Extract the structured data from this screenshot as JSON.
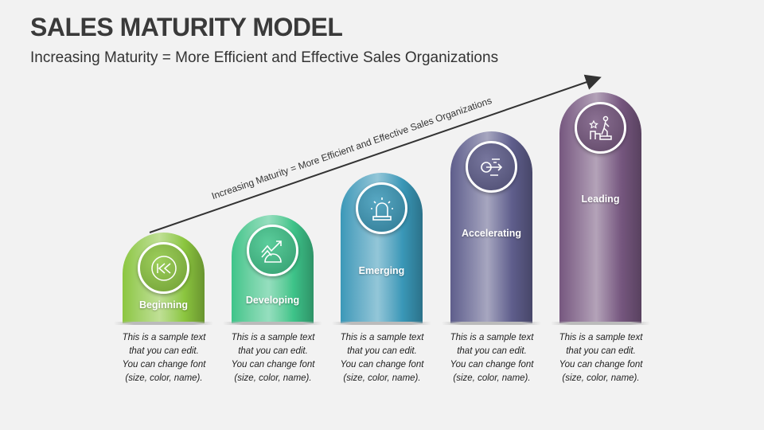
{
  "title": "SALES MATURITY MODEL",
  "subtitle": "Increasing Maturity = More Efficient and Effective Sales Organizations",
  "arrow_label": "Increasing Maturity = More Efficient and Effective Sales Organizations",
  "stages": [
    {
      "label": "Beginning",
      "icon": "rewind-icon",
      "color": "#8cc63f",
      "text": [
        "This is a sample text",
        "that you can edit.",
        "You can change font",
        "(size, color, name)."
      ]
    },
    {
      "label": "Developing",
      "icon": "growth-gear-icon",
      "color": "#3ec48a",
      "text": [
        "This is a sample text",
        "that you can edit.",
        "You can change font",
        "(size, color, name)."
      ]
    },
    {
      "label": "Emerging",
      "icon": "alarm-light-icon",
      "color": "#3a98b8",
      "text": [
        "This is a sample text",
        "that you can edit.",
        "You can change font",
        "(size, color, name)."
      ]
    },
    {
      "label": "Accelerating",
      "icon": "speed-arrow-icon",
      "color": "#5f5e8c",
      "text": [
        "This is a sample text",
        "that you can edit.",
        "You can change font",
        "(size, color, name)."
      ]
    },
    {
      "label": "Leading",
      "icon": "climbing-steps-icon",
      "color": "#76577f",
      "text": [
        "This is a sample text",
        "that you can edit.",
        "You can change font",
        "(size, color, name)."
      ]
    }
  ]
}
